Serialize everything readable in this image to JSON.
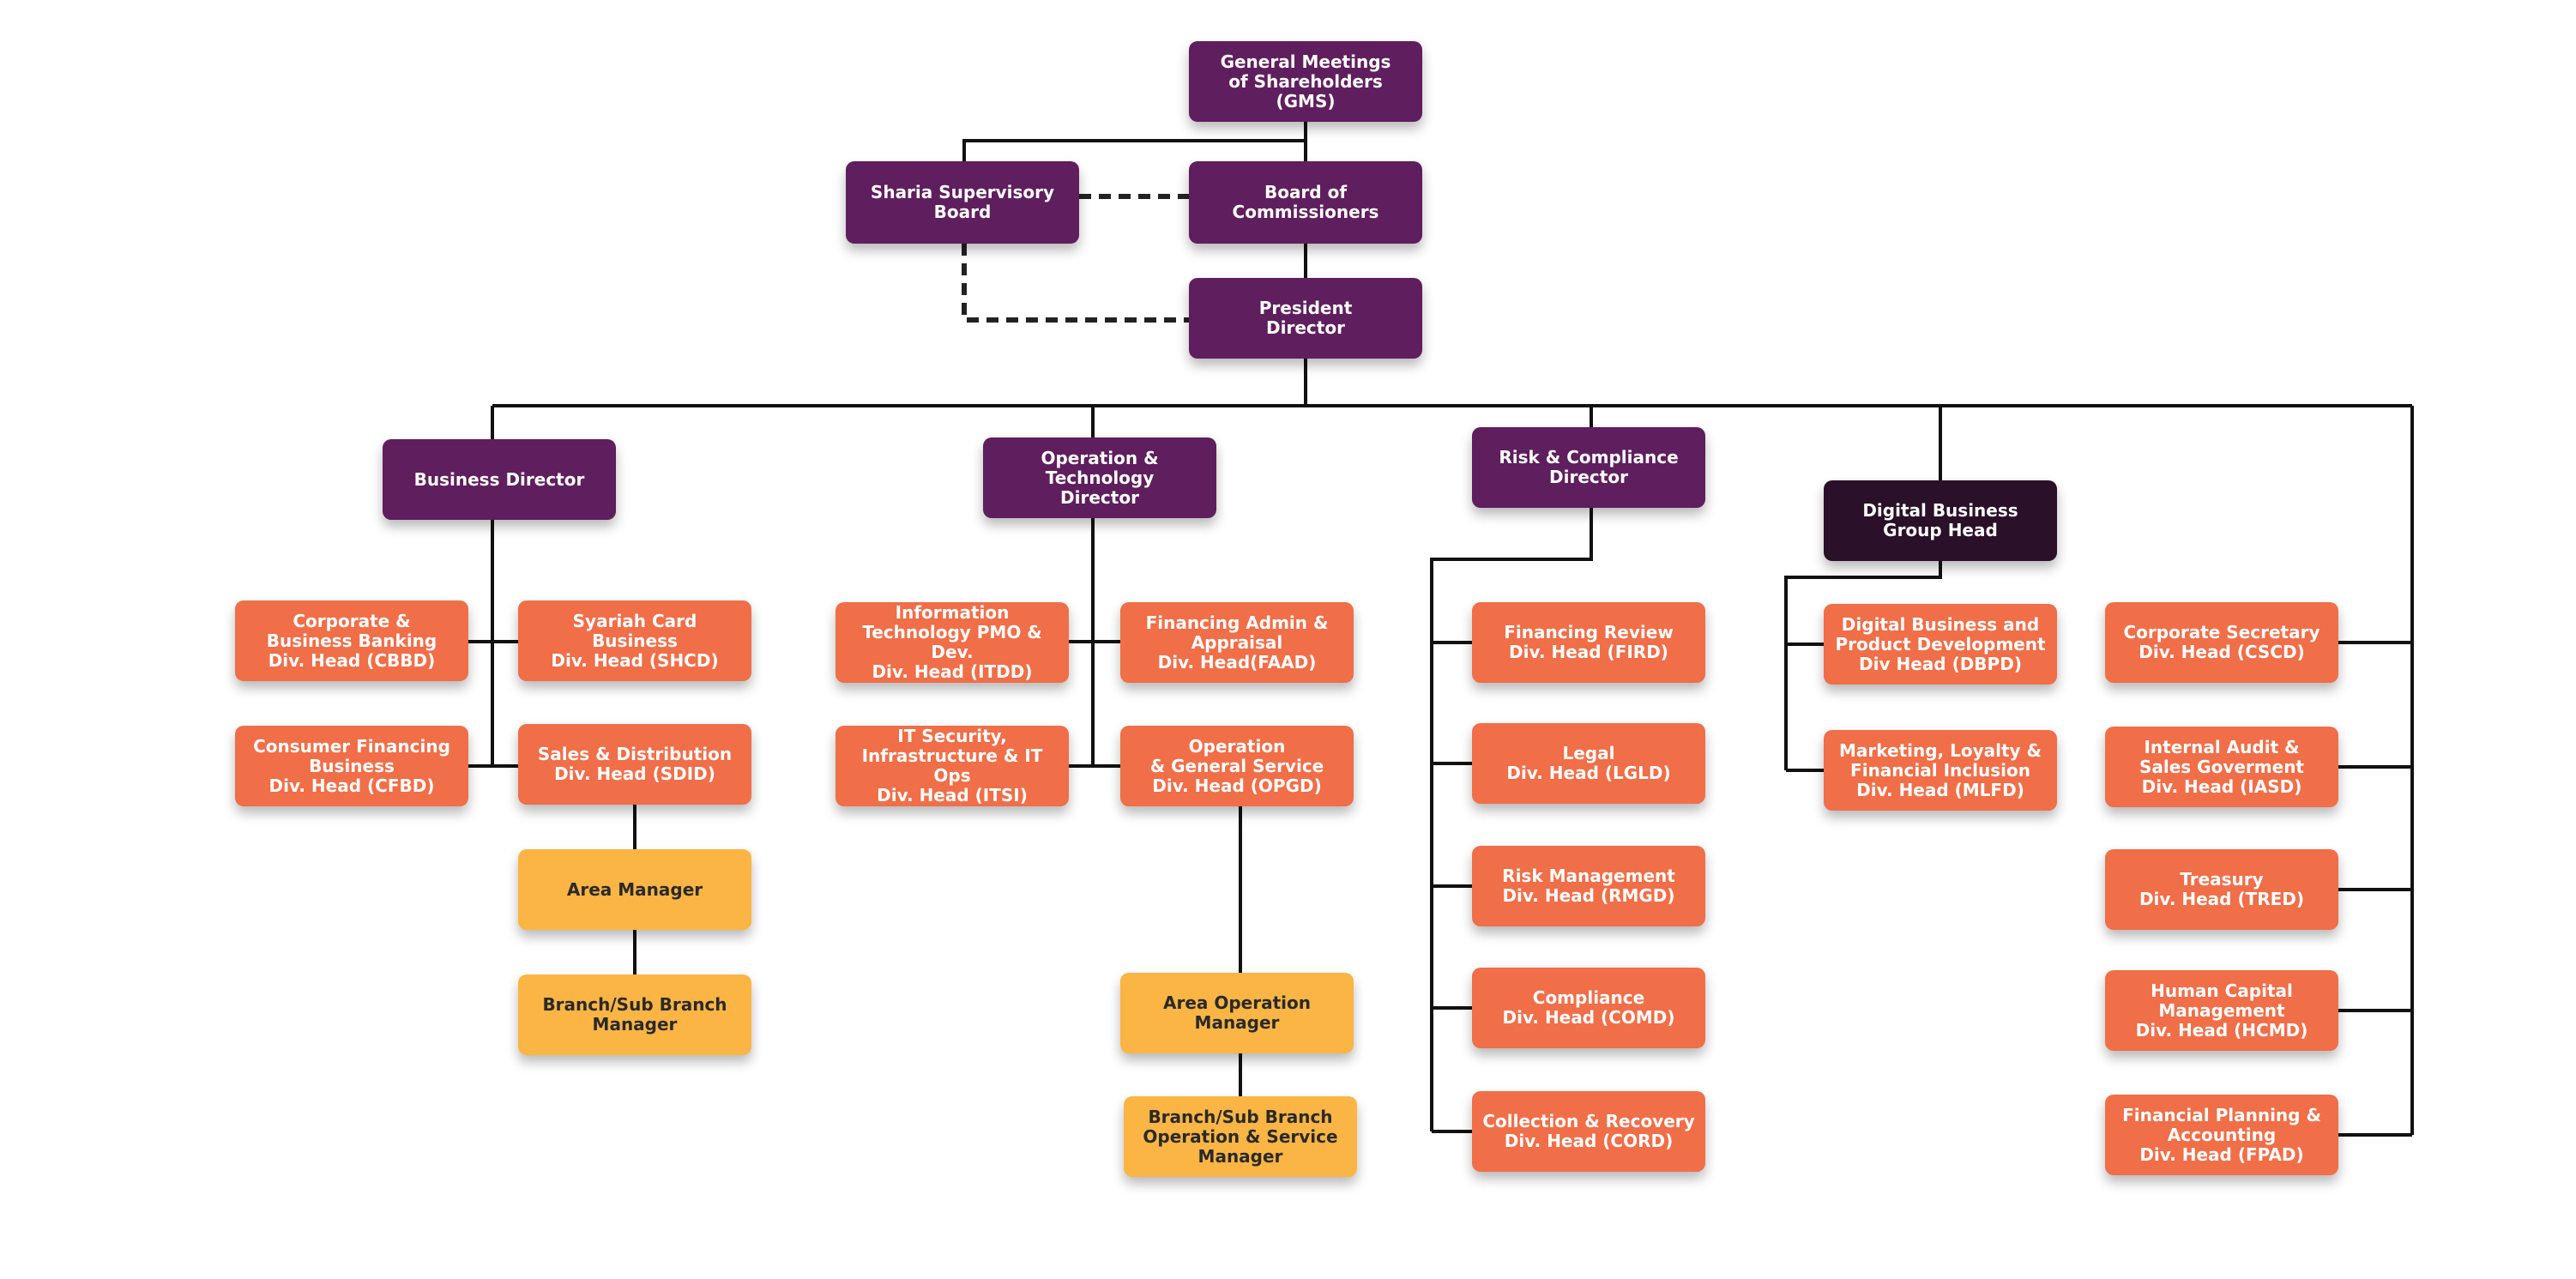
{
  "org_chart": {
    "nodes": [
      {
        "id": "gms",
        "label": "General Meetings\nof Shareholders\n(GMS)",
        "color": "purple"
      },
      {
        "id": "ssb",
        "label": "Sharia Supervisory\nBoard",
        "color": "purple"
      },
      {
        "id": "boc",
        "label": "Board of\nCommissioners",
        "color": "purple"
      },
      {
        "id": "president",
        "label": "President\nDirector",
        "color": "purple"
      },
      {
        "id": "business-director",
        "label": "Business Director",
        "color": "purple"
      },
      {
        "id": "ops-tech-director",
        "label": "Operation &\nTechnology\nDirector",
        "color": "purple"
      },
      {
        "id": "risk-compliance-director",
        "label": "Risk & Compliance\nDirector",
        "color": "purple"
      },
      {
        "id": "digital-business-head",
        "label": "Digital Business\nGroup Head",
        "color": "dark"
      },
      {
        "id": "cbbd",
        "label": "Corporate &\nBusiness Banking\nDiv. Head (CBBD)",
        "color": "orange"
      },
      {
        "id": "shcd",
        "label": "Syariah Card Business\nDiv. Head (SHCD)",
        "color": "orange"
      },
      {
        "id": "cfbd",
        "label": "Consumer Financing\nBusiness\nDiv. Head (CFBD)",
        "color": "orange"
      },
      {
        "id": "sdid",
        "label": "Sales & Distribution\nDiv. Head (SDID)",
        "color": "orange"
      },
      {
        "id": "area-manager",
        "label": "Area Manager",
        "color": "yellow"
      },
      {
        "id": "branch-manager",
        "label": "Branch/Sub Branch\nManager",
        "color": "yellow"
      },
      {
        "id": "itdd",
        "label": "Information\nTechnology PMO & Dev.\nDiv. Head (ITDD)",
        "color": "orange"
      },
      {
        "id": "faad",
        "label": "Financing Admin &\nAppraisal\nDiv. Head(FAAD)",
        "color": "orange"
      },
      {
        "id": "itsi",
        "label": "IT Security,\nInfrastructure & IT Ops\nDiv. Head (ITSI)",
        "color": "orange"
      },
      {
        "id": "opgd",
        "label": "Operation\n& General Service\nDiv. Head (OPGD)",
        "color": "orange"
      },
      {
        "id": "area-operation-manager",
        "label": "Area Operation\nManager",
        "color": "yellow"
      },
      {
        "id": "branch-ops-manager",
        "label": "Branch/Sub Branch\nOperation & Service\nManager",
        "color": "yellow"
      },
      {
        "id": "fird",
        "label": "Financing Review\nDiv. Head (FIRD)",
        "color": "orange"
      },
      {
        "id": "lgld",
        "label": "Legal\nDiv. Head (LGLD)",
        "color": "orange"
      },
      {
        "id": "rmgd",
        "label": "Risk Management\nDiv. Head (RMGD)",
        "color": "orange"
      },
      {
        "id": "comd",
        "label": "Compliance\nDiv. Head (COMD)",
        "color": "orange"
      },
      {
        "id": "cord",
        "label": "Collection & Recovery\nDiv. Head (CORD)",
        "color": "orange"
      },
      {
        "id": "dbpd",
        "label": "Digital Business and\nProduct Development\nDiv Head (DBPD)",
        "color": "orange"
      },
      {
        "id": "mlfd",
        "label": "Marketing, Loyalty &\nFinancial Inclusion\nDiv. Head (MLFD)",
        "color": "orange"
      },
      {
        "id": "cscd",
        "label": "Corporate Secretary\nDiv. Head (CSCD)",
        "color": "orange"
      },
      {
        "id": "iasd",
        "label": "Internal Audit &\nSales Goverment\nDiv. Head (IASD)",
        "color": "orange"
      },
      {
        "id": "tred",
        "label": "Treasury\nDiv. Head (TRED)",
        "color": "orange"
      },
      {
        "id": "hcmd",
        "label": "Human Capital\nManagement\nDiv. Head (HCMD)",
        "color": "orange"
      },
      {
        "id": "fpad",
        "label": "Financial Planning &\nAccounting\nDiv. Head (FPAD)",
        "color": "orange"
      }
    ],
    "edges": [
      {
        "from": "gms",
        "to": "ssb",
        "style": "solid"
      },
      {
        "from": "gms",
        "to": "boc",
        "style": "solid"
      },
      {
        "from": "boc",
        "to": "president",
        "style": "solid"
      },
      {
        "from": "ssb",
        "to": "boc",
        "style": "dashed"
      },
      {
        "from": "ssb",
        "to": "president",
        "style": "dashed"
      },
      {
        "from": "president",
        "to": "business-director",
        "style": "solid"
      },
      {
        "from": "president",
        "to": "ops-tech-director",
        "style": "solid"
      },
      {
        "from": "president",
        "to": "risk-compliance-director",
        "style": "solid"
      },
      {
        "from": "president",
        "to": "digital-business-head",
        "style": "solid"
      },
      {
        "from": "business-director",
        "to": "cbbd",
        "style": "solid"
      },
      {
        "from": "business-director",
        "to": "shcd",
        "style": "solid"
      },
      {
        "from": "business-director",
        "to": "cfbd",
        "style": "solid"
      },
      {
        "from": "business-director",
        "to": "sdid",
        "style": "solid"
      },
      {
        "from": "sdid",
        "to": "area-manager",
        "style": "solid"
      },
      {
        "from": "area-manager",
        "to": "branch-manager",
        "style": "solid"
      },
      {
        "from": "ops-tech-director",
        "to": "itdd",
        "style": "solid"
      },
      {
        "from": "ops-tech-director",
        "to": "faad",
        "style": "solid"
      },
      {
        "from": "ops-tech-director",
        "to": "itsi",
        "style": "solid"
      },
      {
        "from": "ops-tech-director",
        "to": "opgd",
        "style": "solid"
      },
      {
        "from": "opgd",
        "to": "area-operation-manager",
        "style": "solid"
      },
      {
        "from": "area-operation-manager",
        "to": "branch-ops-manager",
        "style": "solid"
      },
      {
        "from": "risk-compliance-director",
        "to": "fird",
        "style": "solid"
      },
      {
        "from": "risk-compliance-director",
        "to": "lgld",
        "style": "solid"
      },
      {
        "from": "risk-compliance-director",
        "to": "rmgd",
        "style": "solid"
      },
      {
        "from": "risk-compliance-director",
        "to": "comd",
        "style": "solid"
      },
      {
        "from": "risk-compliance-director",
        "to": "cord",
        "style": "solid"
      },
      {
        "from": "digital-business-head",
        "to": "dbpd",
        "style": "solid"
      },
      {
        "from": "digital-business-head",
        "to": "mlfd",
        "style": "solid"
      },
      {
        "from": "president",
        "to": "cscd",
        "style": "solid"
      },
      {
        "from": "president",
        "to": "iasd",
        "style": "solid"
      },
      {
        "from": "president",
        "to": "tred",
        "style": "solid"
      },
      {
        "from": "president",
        "to": "hcmd",
        "style": "solid"
      },
      {
        "from": "president",
        "to": "fpad",
        "style": "solid"
      }
    ]
  }
}
